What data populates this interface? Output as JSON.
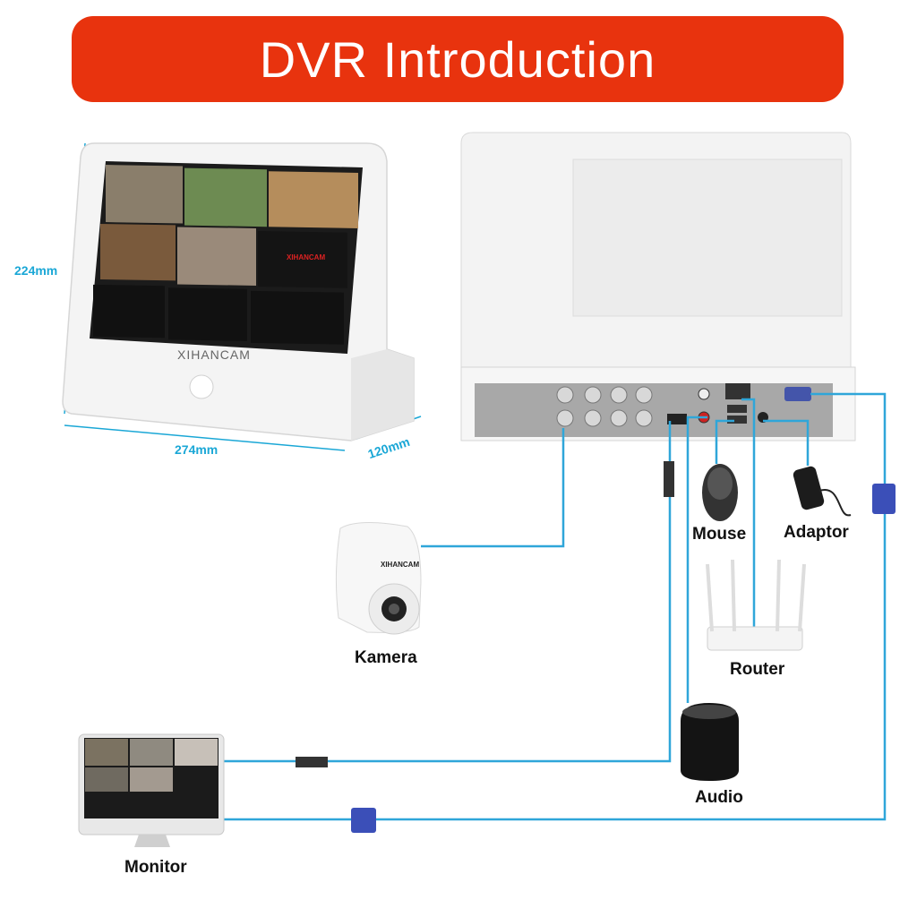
{
  "header": {
    "title": "DVR Introduction"
  },
  "dimensions": {
    "height": "224mm",
    "width": "274mm",
    "depth": "120mm"
  },
  "dvr_front": {
    "brand": "XIHANCAM",
    "channel_label": "XIHANCAM"
  },
  "camera": {
    "brand": "XIHANCAM"
  },
  "devices": {
    "mouse": "Mouse",
    "adaptor": "Adaptor",
    "camera": "Kamera",
    "router": "Router",
    "audio": "Audio",
    "monitor": "Monitor"
  },
  "colors": {
    "banner": "#e8330e",
    "cable": "#2fa6d9",
    "dimension": "#1aa7d6"
  }
}
